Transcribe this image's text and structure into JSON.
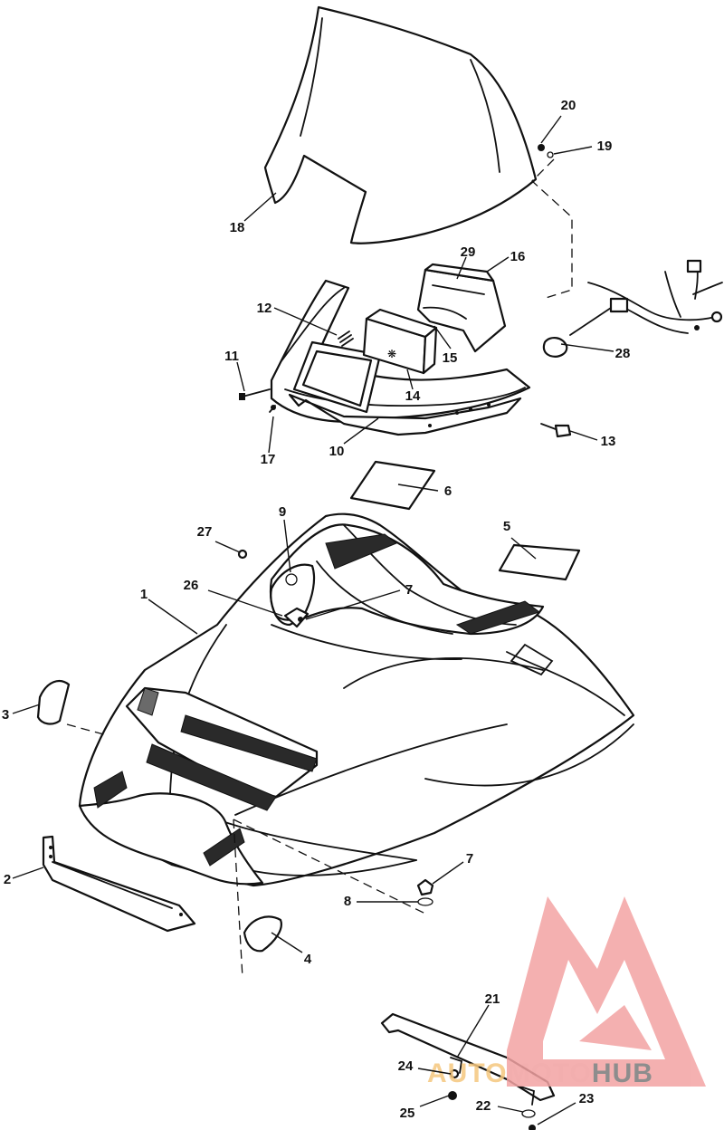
{
  "callouts": {
    "n1": "1",
    "n2": "2",
    "n3": "3",
    "n4": "4",
    "n5": "5",
    "n6": "6",
    "n7a": "7",
    "n7b": "7",
    "n8": "8",
    "n9": "9",
    "n10": "10",
    "n11": "11",
    "n12": "12",
    "n13": "13",
    "n14": "14",
    "n15": "15",
    "n16": "16",
    "n17": "17",
    "n18": "18",
    "n19": "19",
    "n20": "20",
    "n21": "21",
    "n22": "22",
    "n23": "23",
    "n24": "24",
    "n25": "25",
    "n26": "26",
    "n27": "27",
    "n28": "28",
    "n29": "29"
  },
  "watermark": {
    "part1": "AUTO",
    "part2": "MOTO",
    "part3": "HUB",
    "color_primary": "#f0a0a0",
    "color_secondary": "#f5c77e",
    "color_tertiary": "#7a7a7a"
  }
}
